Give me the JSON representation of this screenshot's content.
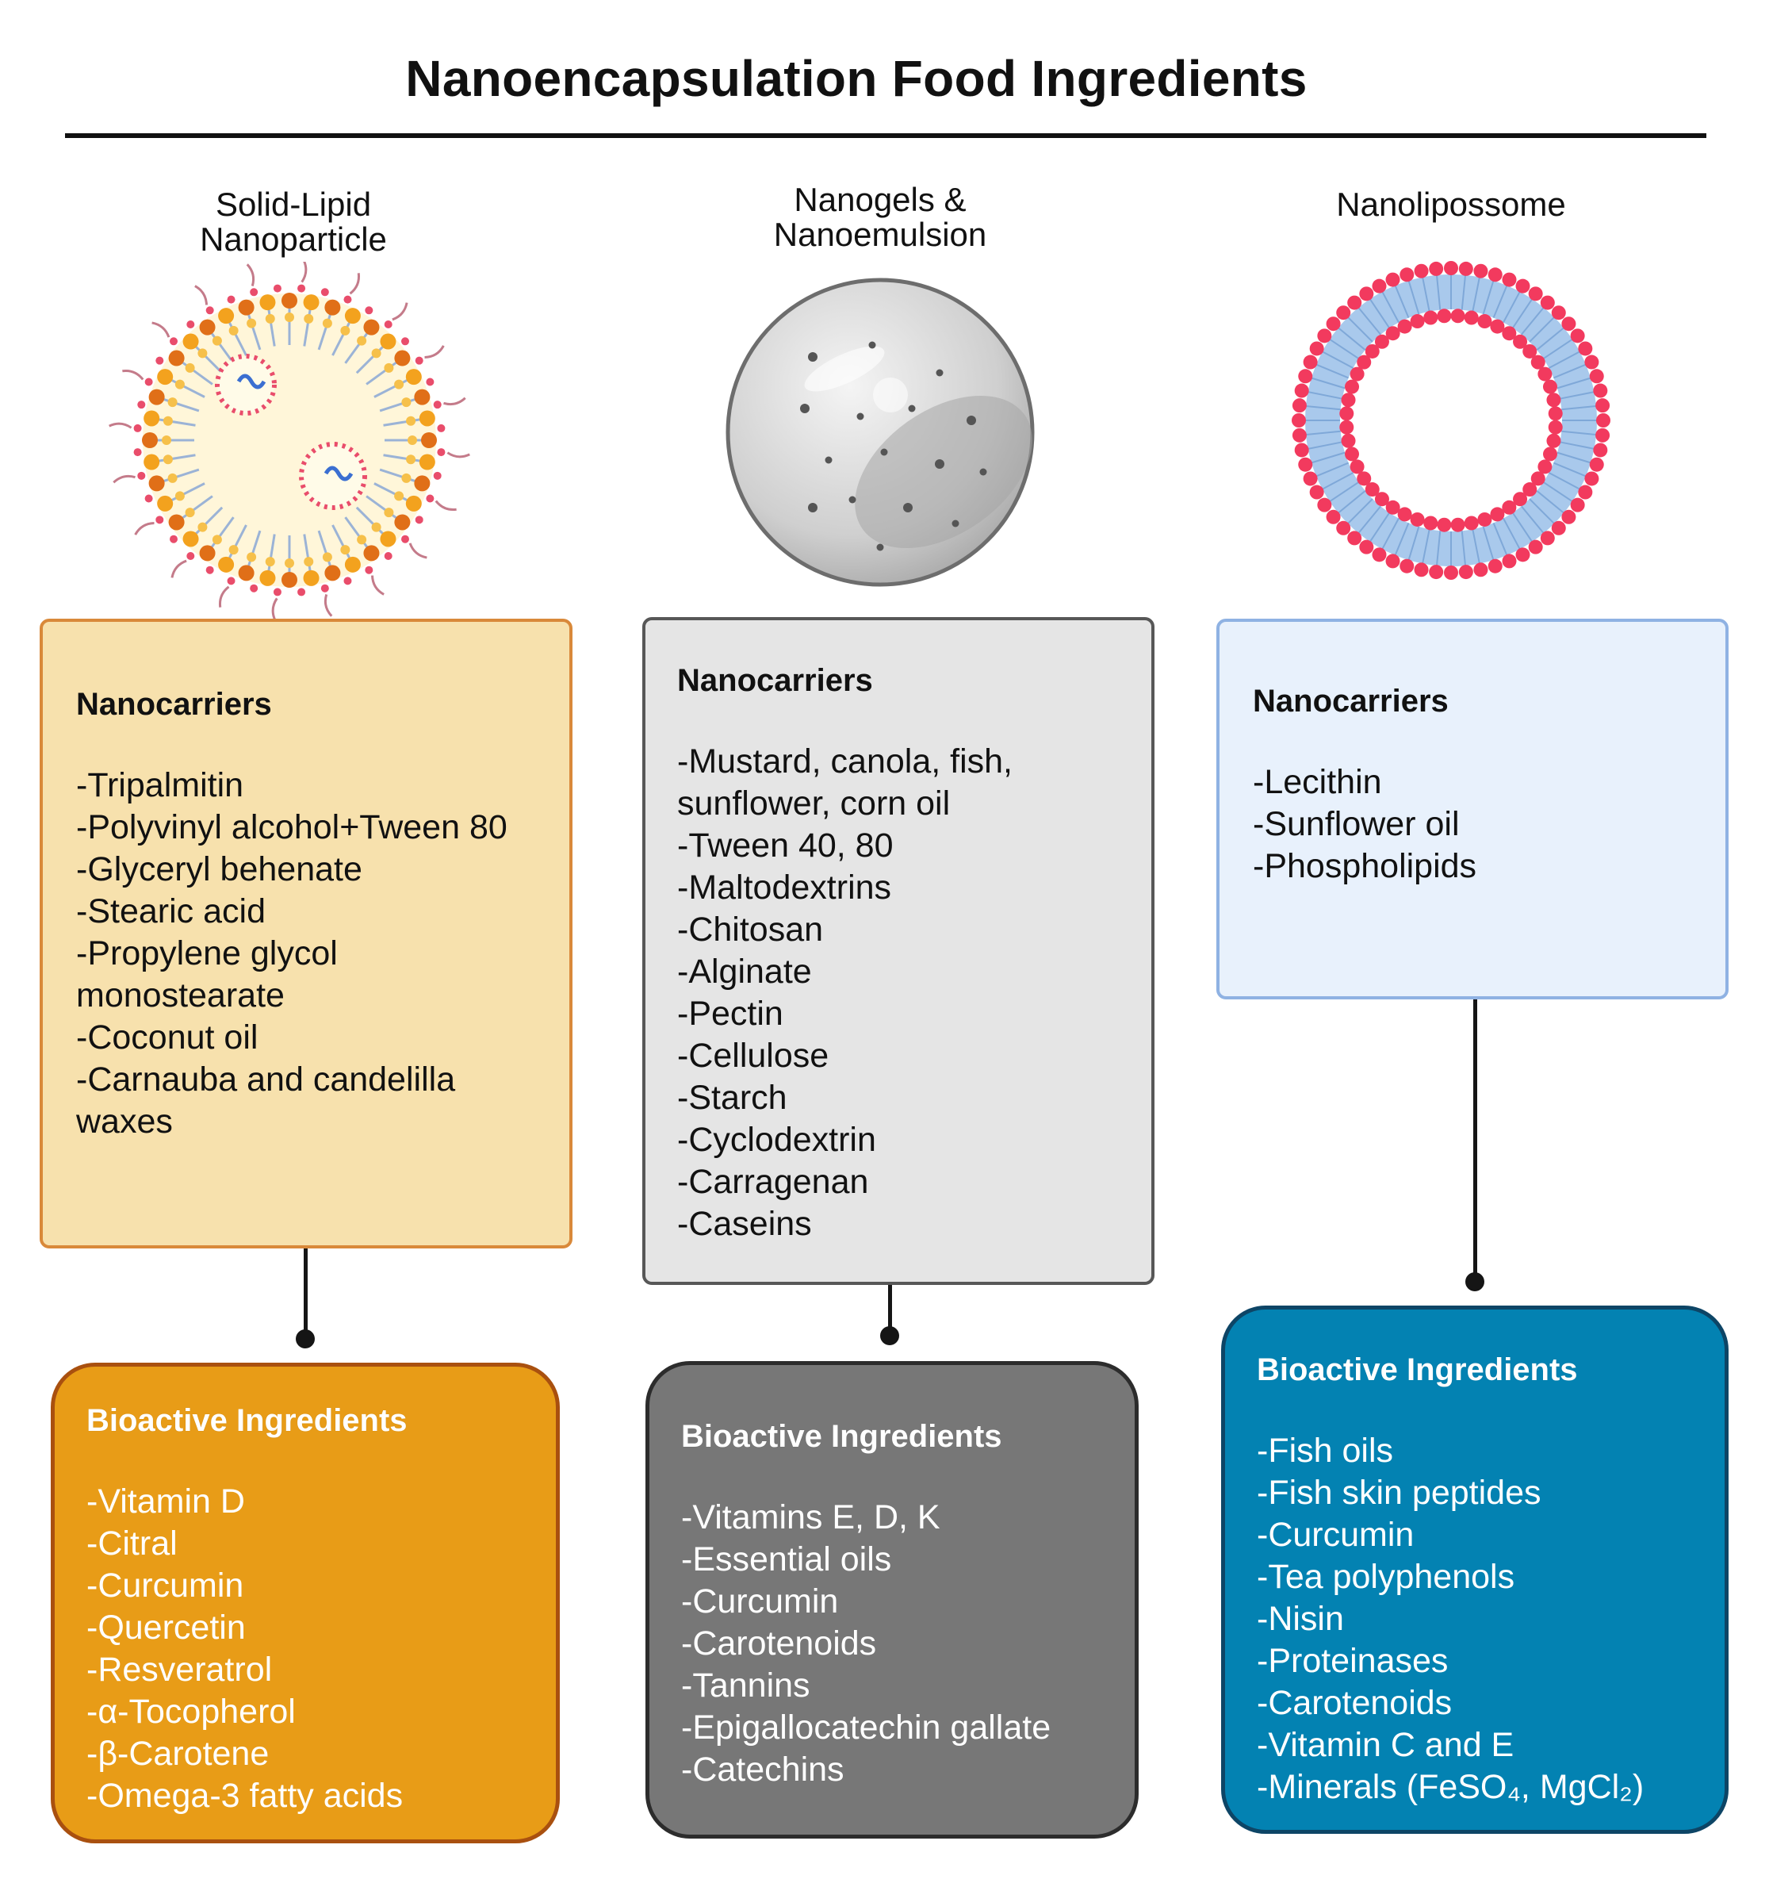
{
  "title": "Nanoencapsulation Food Ingredients",
  "columns": [
    {
      "title_lines": [
        "Solid-Lipid",
        "Nanoparticle"
      ],
      "illustration": "solid-lipid-nanoparticle-icon",
      "nanocarriers": {
        "heading": "Nanocarriers",
        "items": [
          "-Tripalmitin",
          "-Polyvinyl alcohol+Tween 80",
          "-Glyceryl behenate",
          "-Stearic acid",
          "-Propylene glycol",
          "monostearate",
          "-Coconut oil",
          "-Carnauba and candelilla",
          "waxes"
        ]
      },
      "bioactive": {
        "heading": "Bioactive Ingredients",
        "items": [
          "-Vitamin D",
          "-Citral",
          "-Curcumin",
          "-Quercetin",
          "-Resveratrol",
          "-α-Tocopherol",
          "-β-Carotene",
          "-Omega-3 fatty acids"
        ]
      }
    },
    {
      "title_lines": [
        "Nanogels &",
        "Nanoemulsion"
      ],
      "illustration": "nanogel-sphere-icon",
      "nanocarriers": {
        "heading": "Nanocarriers",
        "items": [
          "-Mustard, canola, fish,",
          "sunflower, corn oil",
          "-Tween 40, 80",
          "-Maltodextrins",
          "-Chitosan",
          "-Alginate",
          "-Pectin",
          "-Cellulose",
          "-Starch",
          "-Cyclodextrin",
          "-Carragenan",
          "-Caseins"
        ]
      },
      "bioactive": {
        "heading": "Bioactive Ingredients",
        "items": [
          "-Vitamins E, D, K",
          "-Essential oils",
          "-Curcumin",
          "-Carotenoids",
          "-Tannins",
          "-Epigallocatechin gallate",
          "-Catechins"
        ]
      }
    },
    {
      "title_lines": [
        "Nanolipossome"
      ],
      "illustration": "liposome-ring-icon",
      "nanocarriers": {
        "heading": "Nanocarriers",
        "items": [
          "-Lecithin",
          "-Sunflower oil",
          "-Phospholipids"
        ]
      },
      "bioactive": {
        "heading": "Bioactive Ingredients",
        "items": [
          "-Fish oils",
          "-Fish skin peptides",
          "-Curcumin",
          "-Tea polyphenols",
          "-Nisin",
          "-Proteinases",
          "-Carotenoids",
          "-Vitamin C and E",
          "-Minerals (FeSO₄, MgCl₂)"
        ]
      }
    }
  ],
  "colors": {
    "nano1_fill": "#f7e1ad",
    "nano1_border": "#d9893a",
    "nano2_fill": "#e5e5e5",
    "nano2_border": "#575757",
    "nano3_fill": "#e8f1fc",
    "nano3_border": "#8fb2e3",
    "bio1_fill": "#e89c17",
    "bio2_fill": "#777777",
    "bio3_fill": "#0382b2",
    "liposome_head": "#f23a5e",
    "liposome_tail": "#a9c9ec"
  }
}
